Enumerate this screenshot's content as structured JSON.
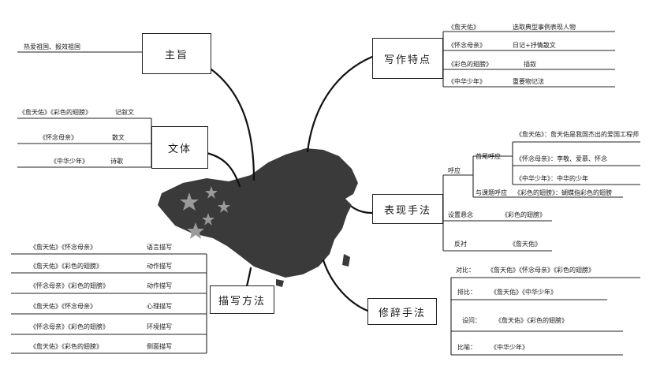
{
  "center": {
    "name": "china-map",
    "colors": {
      "land": "#3a3a3a",
      "star": "#9a9a9a"
    }
  },
  "theme": {
    "label": "主旨",
    "content": "热爱祖国、报效祖国"
  },
  "genre": {
    "label": "文体",
    "items": [
      {
        "works": "《詹天佑》《彩色的翅膀》",
        "type": "记叙文"
      },
      {
        "works": "《怀念母亲》",
        "type": "散文"
      },
      {
        "works": "《中华少年》",
        "type": "诗歌"
      }
    ]
  },
  "writing_features": {
    "label": "写作特点",
    "items": [
      {
        "work": "《詹天佑》",
        "desc": "选取典型事例表现人物"
      },
      {
        "work": "《怀念母亲》",
        "desc": "日记+抒情散文"
      },
      {
        "work": "《彩色的翅膀》",
        "desc": "插叙"
      },
      {
        "work": "《中华少年》",
        "desc": "重要物记法"
      }
    ]
  },
  "expression": {
    "label": "表现手法",
    "echo": {
      "label": "呼应",
      "head_tail": {
        "label": "首尾呼应",
        "items": [
          "《詹天佑》：詹天佑是我国杰出的爱国工程师",
          "《怀念母亲》：李敬、爱慕、怀念",
          "《中华少年》：中华的少年"
        ]
      },
      "title": {
        "label": "与课题呼应",
        "item": "《彩色的翅膀》：蝴蝶指彩色的翅膀"
      }
    },
    "suspense": {
      "label": "设置悬念",
      "work": "《彩色的翅膀》"
    },
    "contrast": {
      "label": "反衬",
      "work": "《詹天佑》"
    }
  },
  "description": {
    "label": "描写方法",
    "items": [
      {
        "works": "《詹天佑》《怀念母亲》",
        "method": "语言描写"
      },
      {
        "works": "《詹天佑》《彩色的翅膀》",
        "method": "动作描写"
      },
      {
        "works": "《怀念母亲》《彩色的翅膀》",
        "method": "动作描写"
      },
      {
        "works": "《詹天佑》《怀念母亲》",
        "method": "心理描写"
      },
      {
        "works": "《怀念母亲》《彩色的翅膀》",
        "method": "环境描写"
      },
      {
        "works": "《詹天佑》《彩色的翅膀》",
        "method": "侧面描写"
      }
    ]
  },
  "rhetoric": {
    "label": "修辞手法",
    "items": [
      {
        "type": "对比：",
        "works": "《詹天佑》《怀念母亲》《彩色的翅膀》"
      },
      {
        "type": "排比：",
        "works": "《詹天佑》《中华少年》"
      },
      {
        "type": "设问：",
        "works": "《詹天佑》《彩色的翅膀》"
      },
      {
        "type": "比喻：",
        "works": "《中华少年》"
      }
    ]
  }
}
